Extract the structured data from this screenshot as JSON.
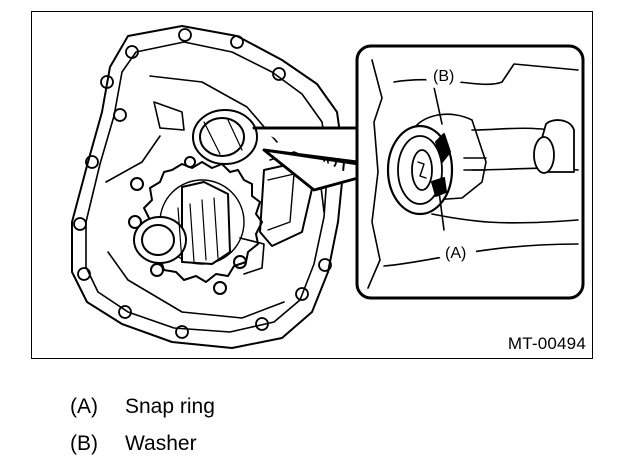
{
  "figure": {
    "id_label": "MT-00494",
    "callouts": {
      "a": "(A)",
      "b": "(B)"
    }
  },
  "legend": [
    {
      "key": "(A)",
      "text": "Snap ring"
    },
    {
      "key": "(B)",
      "text": "Washer"
    }
  ]
}
